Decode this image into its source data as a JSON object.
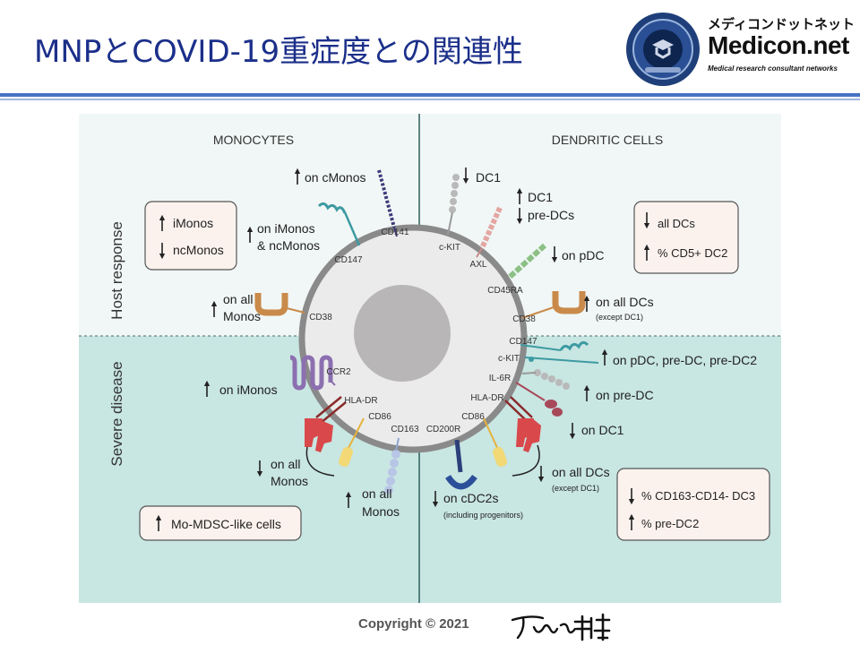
{
  "slide": {
    "title": "MNPとCOVID-19重症度との関連性",
    "copyright": "Copyright © 2021"
  },
  "logo": {
    "jp": "メディコンドットネット",
    "en": "Medicon.net",
    "sub": "Medical research consultant networks"
  },
  "figure": {
    "sections": {
      "monocytes": "MONOCYTES",
      "dendritic": "DENDRITIC CELLS",
      "host": "Host response",
      "severe": "Severe disease"
    },
    "markers": {
      "cd141": "CD141",
      "ckit_top": "c-KIT",
      "axl": "AXL",
      "cd147_left": "CD147",
      "cd45ra": "CD45RA",
      "cd38_left": "CD38",
      "cd38_right": "CD38",
      "cd147_right": "CD147",
      "ckit_right": "c-KIT",
      "il6r": "IL-6R",
      "hladr_right": "HLA-DR",
      "ccr2": "CCR2",
      "hladr_left": "HLA-DR",
      "cd86_left": "CD86",
      "cd163": "CD163",
      "cd200r": "CD200R",
      "cd86_right": "CD86"
    },
    "labels": {
      "on_cmonos": "on cMonos",
      "dc1_down": "DC1",
      "dc1_up": "DC1",
      "predcs_down": "pre-DCs",
      "on_imonos_ncmonos_1": "on iMonos",
      "on_imonos_ncmonos_2": "& ncMonos",
      "on_pdc": "on pDC",
      "on_all_monos_1": "on all",
      "on_all_monos_2": "Monos",
      "on_all_dcs": "on all DCs",
      "except_dc1": "(except DC1)",
      "on_pdc_predc_predc2": "on pDC, pre-DC, pre-DC2",
      "on_imonos": "on iMonos",
      "on_predc": "on pre-DC",
      "on_dc1": "on DC1",
      "on_all_monos_b1": "on all",
      "on_all_monos_b2": "Monos",
      "on_all_monos_c1": "on all",
      "on_all_monos_c2": "Monos",
      "on_cdc2s": "on cDC2s",
      "including_progenitors": "(including progenitors)",
      "on_all_dcs_b": "on all DCs",
      "except_dc1_b": "(except DC1)"
    },
    "boxes": {
      "host_mono": [
        "iMonos",
        "ncMonos"
      ],
      "host_dc": [
        "all DCs",
        "% CD5+ DC2"
      ],
      "severe_mono": "Mo-MDSC-like cells",
      "severe_dc": [
        "% CD163-CD14- DC3",
        "% pre-DC2"
      ]
    },
    "colors": {
      "host_bg": "#f1f7f6",
      "severe_bg": "#c8e6e2",
      "cell_fill": "#ebebeb",
      "cell_border": "#8a8a8a",
      "nucleus": "#b9b6b7",
      "box_fill": "#fbf2ee"
    }
  }
}
